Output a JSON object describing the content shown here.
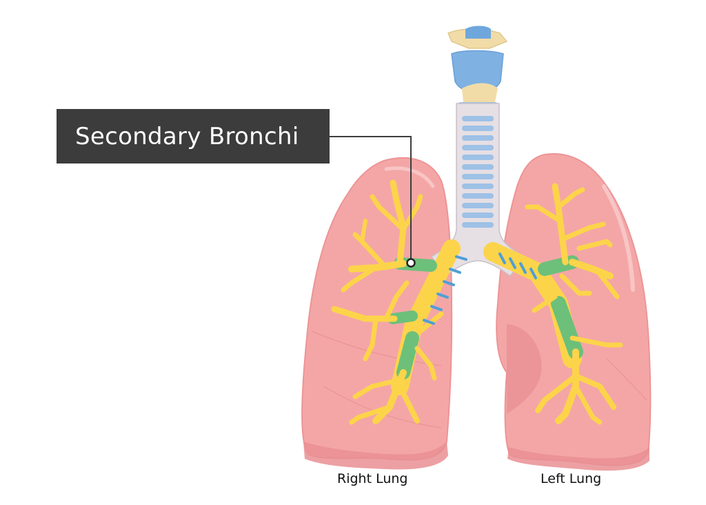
{
  "callout": {
    "label": "Secondary Bronchi"
  },
  "labels": {
    "right_lung": "Right Lung",
    "left_lung": "Left Lung"
  },
  "colors": {
    "lung_fill": "#f4a6a6",
    "lung_shadow": "#e98f93",
    "bronchi_primary": "#fcd44a",
    "bronchi_secondary": "#6cc07a",
    "cartilage_ring": "#4f9fd6",
    "trachea_ring": "#9ec1e6",
    "callout_box": "#3c3c3c"
  }
}
